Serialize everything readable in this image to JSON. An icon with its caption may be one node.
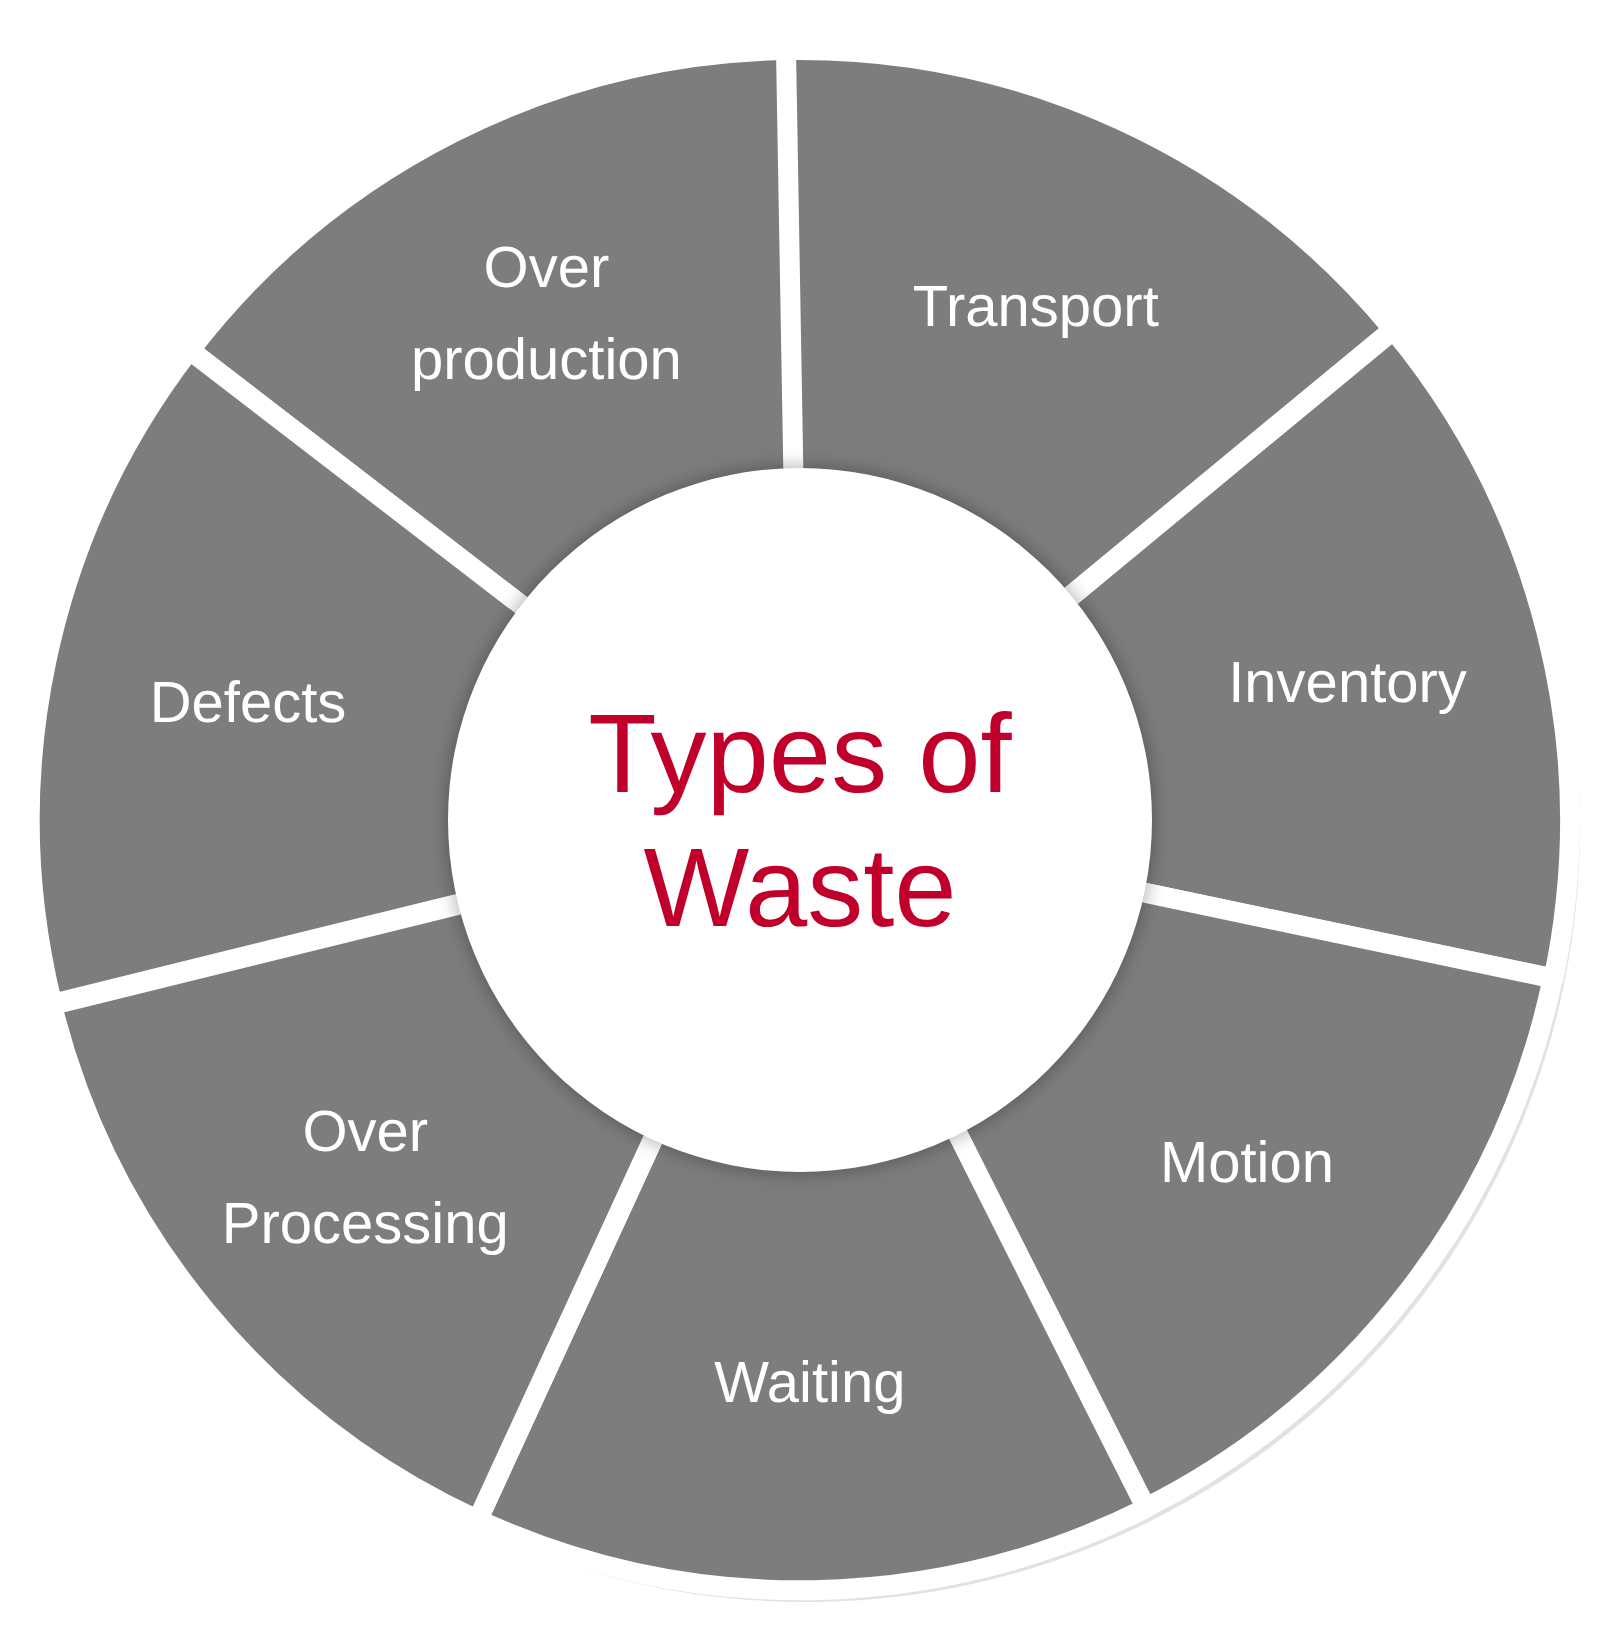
{
  "diagram": {
    "nodes": [
      {
        "text": [
          "Types of Waste"
        ]
      },
      {
        "text": [
          "Over production"
        ]
      },
      {
        "text": [
          "Transport"
        ]
      },
      {
        "text": [
          "Inventory"
        ]
      },
      {
        "text": [
          "Motion"
        ]
      },
      {
        "text": [
          "Waiting"
        ]
      },
      {
        "text": [
          "Over Processing"
        ]
      },
      {
        "text": [
          "Defects"
        ]
      }
    ]
  }
}
